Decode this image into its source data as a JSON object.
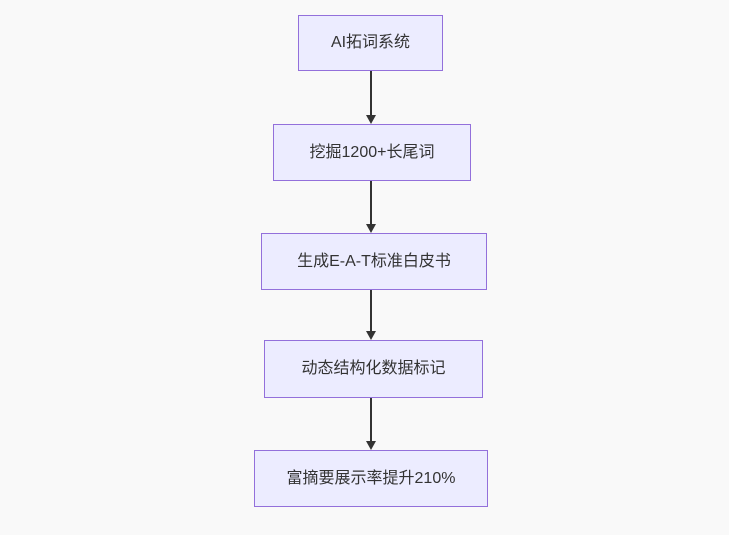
{
  "flowchart": {
    "background_color": "#f9f9f9",
    "node_fill_color": "#ececff",
    "node_border_color": "#9370db",
    "arrow_color": "#333333",
    "text_color": "#333333",
    "nodes": [
      {
        "label": "AI拓词系统"
      },
      {
        "label": "挖掘1200+长尾词"
      },
      {
        "label": "生成E-A-T标准白皮书"
      },
      {
        "label": "动态结构化数据标记"
      },
      {
        "label": "富摘要展示率提升210%"
      }
    ],
    "edges": [
      {
        "from": 0,
        "to": 1
      },
      {
        "from": 1,
        "to": 2
      },
      {
        "from": 2,
        "to": 3
      },
      {
        "from": 3,
        "to": 4
      }
    ]
  }
}
